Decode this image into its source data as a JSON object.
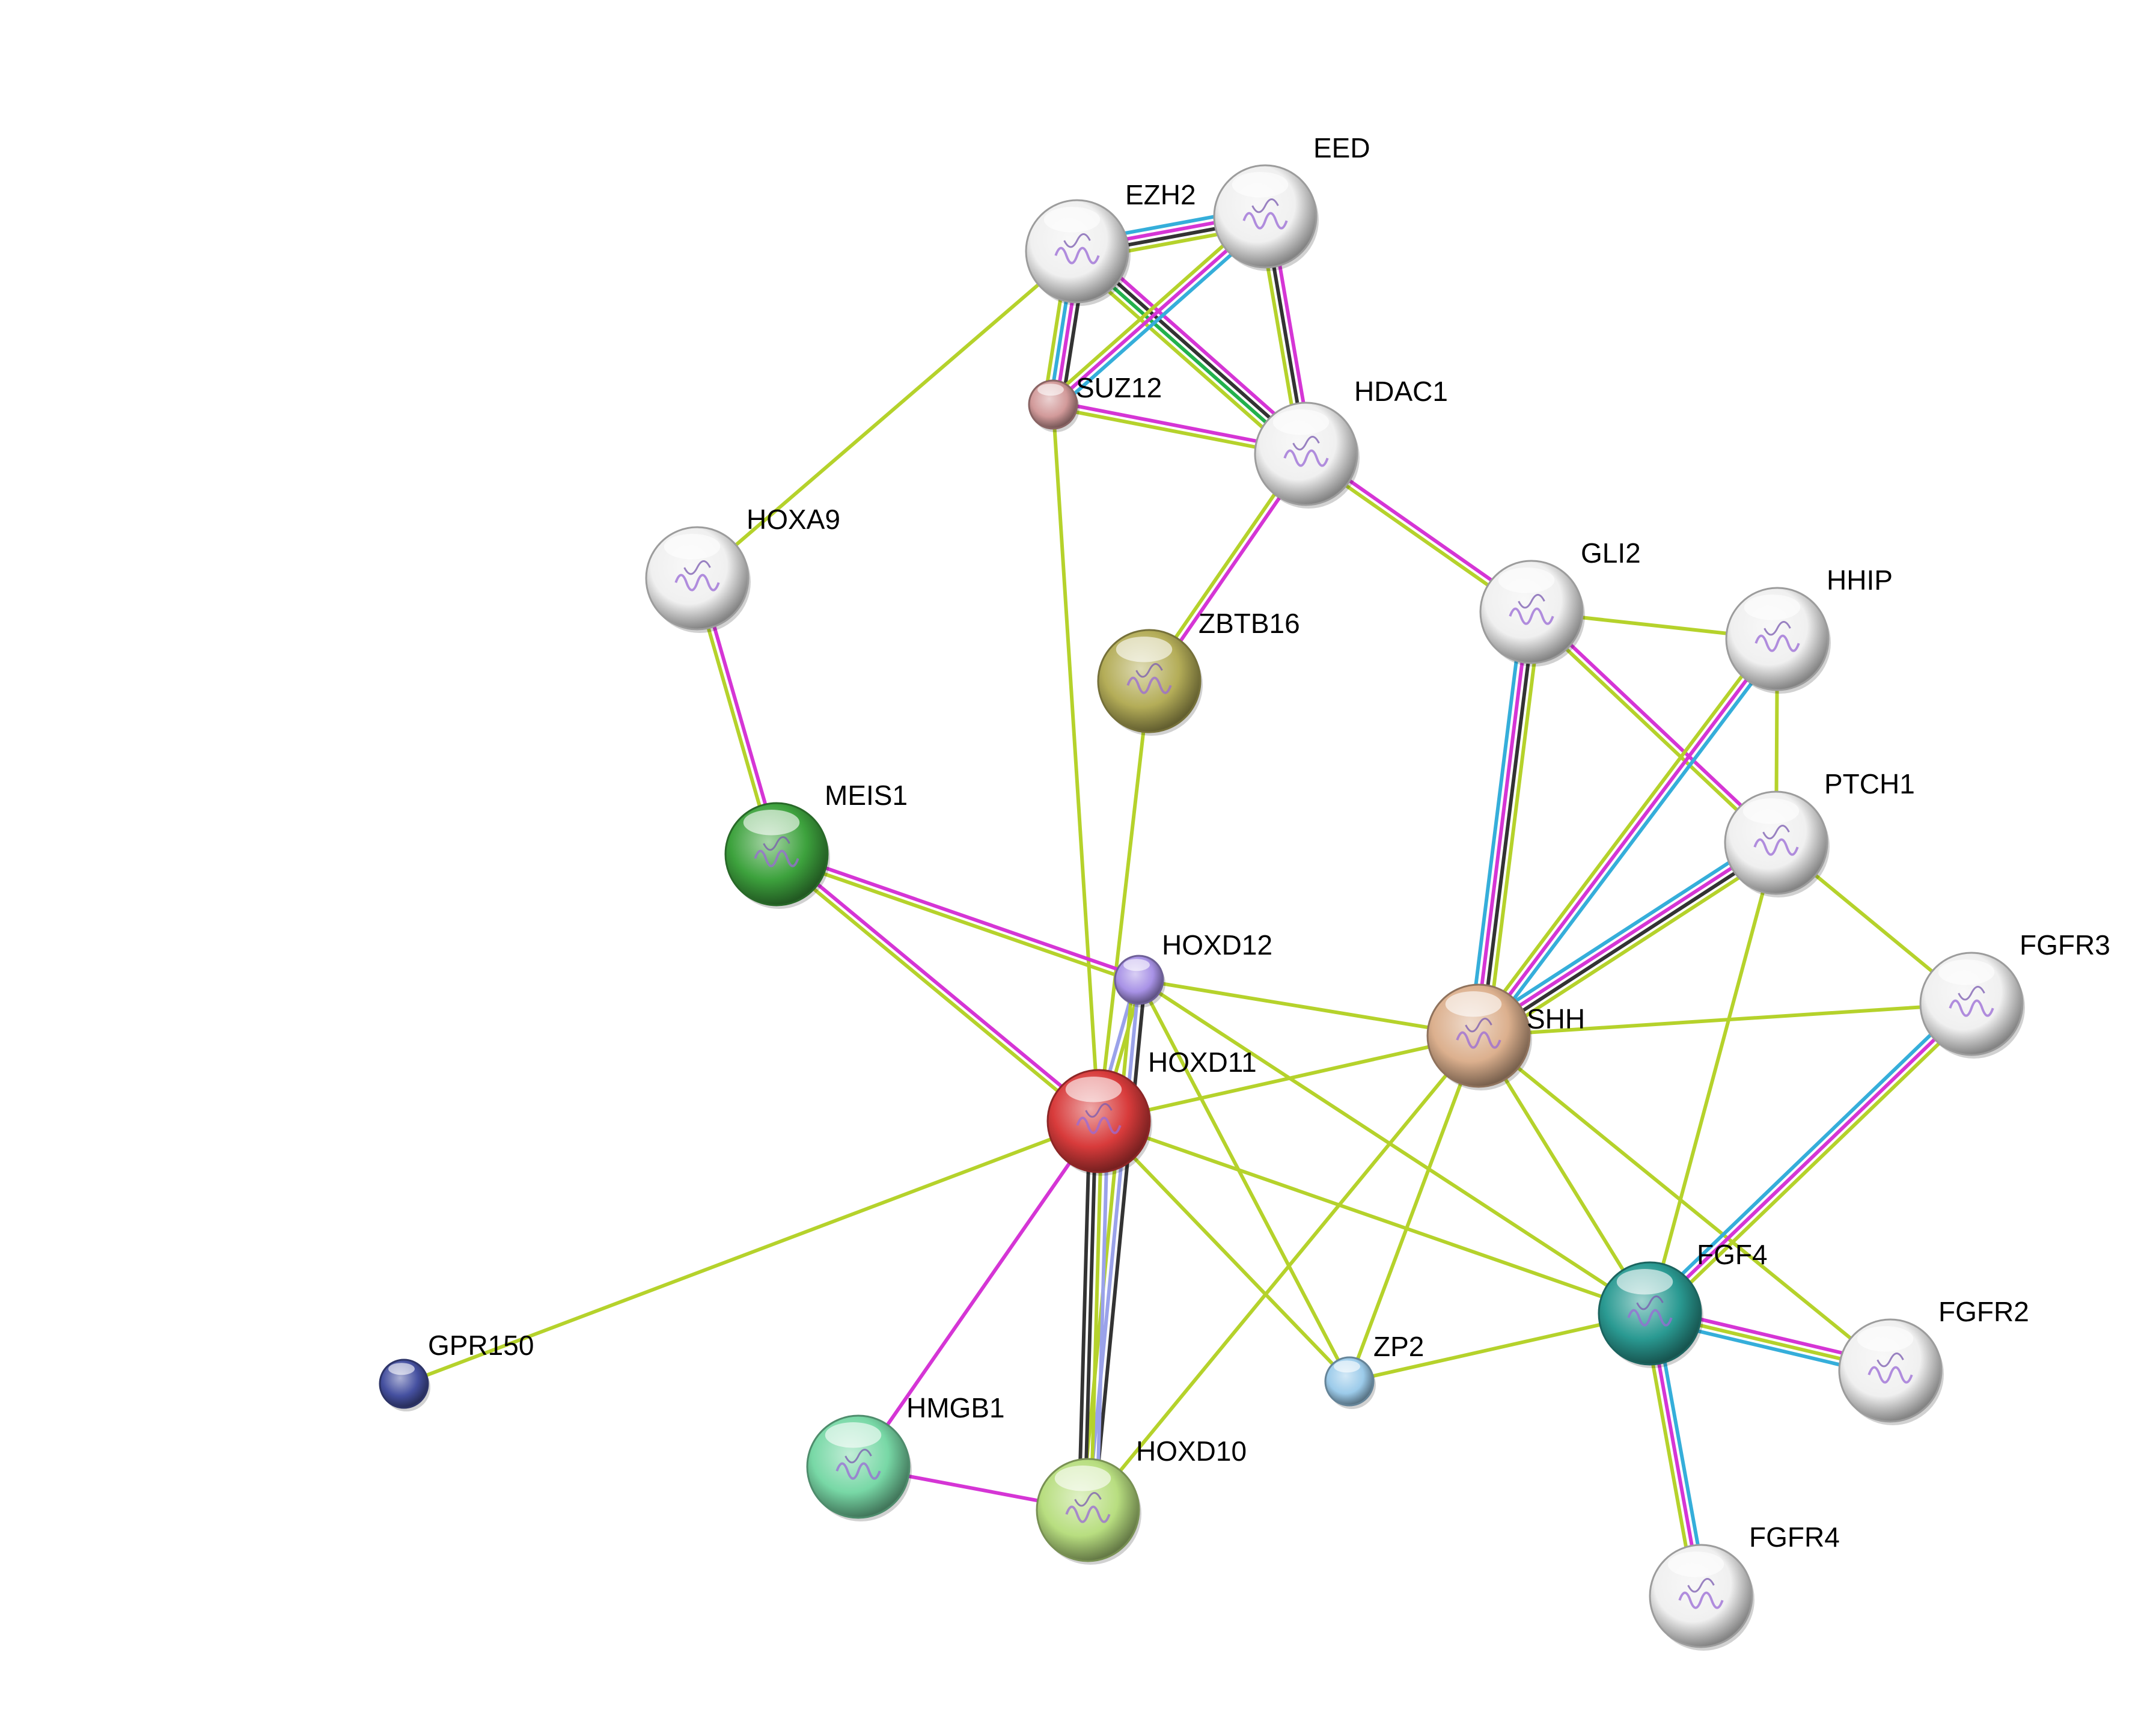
{
  "edge_colors": {
    "yellowgreen": "#b5d22b",
    "magenta": "#d535d5",
    "cyan": "#35aeda",
    "black": "#333333",
    "green": "#22b14c",
    "lavender": "#9aa2ea"
  },
  "nodes": [
    {
      "id": "EZH2",
      "label": "EZH2",
      "color": "#f0f0f0",
      "size": "large",
      "has_structure": true
    },
    {
      "id": "EED",
      "label": "EED",
      "color": "#f0f0f0",
      "size": "large",
      "has_structure": true
    },
    {
      "id": "SUZ12",
      "label": "SUZ12",
      "color": "#d29a9a",
      "size": "small",
      "has_structure": false
    },
    {
      "id": "HDAC1",
      "label": "HDAC1",
      "color": "#f0f0f0",
      "size": "large",
      "has_structure": true
    },
    {
      "id": "HOXA9",
      "label": "HOXA9",
      "color": "#f0f0f0",
      "size": "large",
      "has_structure": true
    },
    {
      "id": "ZBTB16",
      "label": "ZBTB16",
      "color": "#b4ad58",
      "size": "large",
      "has_structure": true
    },
    {
      "id": "GLI2",
      "label": "GLI2",
      "color": "#f0f0f0",
      "size": "large",
      "has_structure": true
    },
    {
      "id": "HHIP",
      "label": "HHIP",
      "color": "#f0f0f0",
      "size": "large",
      "has_structure": true
    },
    {
      "id": "MEIS1",
      "label": "MEIS1",
      "color": "#3da23d",
      "size": "large",
      "has_structure": true
    },
    {
      "id": "PTCH1",
      "label": "PTCH1",
      "color": "#f0f0f0",
      "size": "large",
      "has_structure": true
    },
    {
      "id": "HOXD12",
      "label": "HOXD12",
      "color": "#a892e6",
      "size": "small",
      "has_structure": false
    },
    {
      "id": "SHH",
      "label": "SHH",
      "color": "#dcb08e",
      "size": "large",
      "has_structure": true
    },
    {
      "id": "FGFR3",
      "label": "FGFR3",
      "color": "#f0f0f0",
      "size": "large",
      "has_structure": true
    },
    {
      "id": "HOXD11",
      "label": "HOXD11",
      "color": "#d83b3b",
      "size": "large",
      "has_structure": true
    },
    {
      "id": "FGF4",
      "label": "FGF4",
      "color": "#2a9a92",
      "size": "large",
      "has_structure": true
    },
    {
      "id": "GPR150",
      "label": "GPR150",
      "color": "#4550a0",
      "size": "small",
      "has_structure": false
    },
    {
      "id": "ZP2",
      "label": "ZP2",
      "color": "#9ccbea",
      "size": "small",
      "has_structure": false
    },
    {
      "id": "FGFR2",
      "label": "FGFR2",
      "color": "#f0f0f0",
      "size": "large",
      "has_structure": true
    },
    {
      "id": "HMGB1",
      "label": "HMGB1",
      "color": "#78d8a6",
      "size": "large",
      "has_structure": true
    },
    {
      "id": "HOXD10",
      "label": "HOXD10",
      "color": "#b8de80",
      "size": "large",
      "has_structure": true
    },
    {
      "id": "FGFR4",
      "label": "FGFR4",
      "color": "#f0f0f0",
      "size": "large",
      "has_structure": true
    }
  ],
  "edges": [
    {
      "source": "EZH2",
      "target": "EED",
      "colors": [
        "cyan",
        "magenta",
        "black",
        "yellowgreen"
      ]
    },
    {
      "source": "EZH2",
      "target": "SUZ12",
      "colors": [
        "black",
        "magenta",
        "cyan",
        "yellowgreen"
      ]
    },
    {
      "source": "EZH2",
      "target": "HDAC1",
      "colors": [
        "magenta",
        "black",
        "green",
        "yellowgreen"
      ]
    },
    {
      "source": "EED",
      "target": "SUZ12",
      "colors": [
        "cyan",
        "magenta",
        "yellowgreen"
      ]
    },
    {
      "source": "EED",
      "target": "HDAC1",
      "colors": [
        "magenta",
        "black",
        "yellowgreen"
      ]
    },
    {
      "source": "SUZ12",
      "target": "HDAC1",
      "colors": [
        "magenta",
        "yellowgreen"
      ]
    },
    {
      "source": "EZH2",
      "target": "HOXA9",
      "colors": [
        "yellowgreen"
      ]
    },
    {
      "source": "SUZ12",
      "target": "HOXD11",
      "colors": [
        "yellowgreen"
      ]
    },
    {
      "source": "HDAC1",
      "target": "ZBTB16",
      "colors": [
        "magenta",
        "yellowgreen"
      ]
    },
    {
      "source": "HDAC1",
      "target": "GLI2",
      "colors": [
        "magenta",
        "yellowgreen"
      ]
    },
    {
      "source": "HOXA9",
      "target": "MEIS1",
      "colors": [
        "magenta",
        "yellowgreen"
      ]
    },
    {
      "source": "ZBTB16",
      "target": "HOXD11",
      "colors": [
        "yellowgreen"
      ]
    },
    {
      "source": "GLI2",
      "target": "HHIP",
      "colors": [
        "yellowgreen"
      ]
    },
    {
      "source": "GLI2",
      "target": "PTCH1",
      "colors": [
        "magenta",
        "yellowgreen"
      ]
    },
    {
      "source": "GLI2",
      "target": "SHH",
      "colors": [
        "yellowgreen",
        "black",
        "magenta",
        "cyan"
      ]
    },
    {
      "source": "HHIP",
      "target": "PTCH1",
      "colors": [
        "yellowgreen"
      ]
    },
    {
      "source": "HHIP",
      "target": "SHH",
      "colors": [
        "cyan",
        "magenta",
        "yellowgreen"
      ]
    },
    {
      "source": "PTCH1",
      "target": "SHH",
      "colors": [
        "yellowgreen",
        "black",
        "magenta",
        "cyan"
      ]
    },
    {
      "source": "PTCH1",
      "target": "FGFR3",
      "colors": [
        "yellowgreen"
      ]
    },
    {
      "source": "PTCH1",
      "target": "FGF4",
      "colors": [
        "yellowgreen"
      ]
    },
    {
      "source": "MEIS1",
      "target": "HOXD12",
      "colors": [
        "magenta",
        "yellowgreen"
      ]
    },
    {
      "source": "MEIS1",
      "target": "HOXD11",
      "colors": [
        "magenta",
        "yellowgreen"
      ]
    },
    {
      "source": "HOXD12",
      "target": "SHH",
      "colors": [
        "yellowgreen"
      ]
    },
    {
      "source": "HOXD12",
      "target": "FGF4",
      "colors": [
        "yellowgreen"
      ]
    },
    {
      "source": "HOXD12",
      "target": "ZP2",
      "colors": [
        "yellowgreen"
      ]
    },
    {
      "source": "HOXD12",
      "target": "HOXD11",
      "colors": [
        "yellowgreen",
        "lavender"
      ]
    },
    {
      "source": "HOXD12",
      "target": "HOXD10",
      "colors": [
        "black",
        "lavender",
        "yellowgreen"
      ]
    },
    {
      "source": "SHH",
      "target": "FGFR3",
      "colors": [
        "yellowgreen"
      ]
    },
    {
      "source": "SHH",
      "target": "HOXD11",
      "colors": [
        "yellowgreen"
      ]
    },
    {
      "source": "SHH",
      "target": "FGF4",
      "colors": [
        "yellowgreen"
      ]
    },
    {
      "source": "SHH",
      "target": "FGFR2",
      "colors": [
        "yellowgreen"
      ]
    },
    {
      "source": "SHH",
      "target": "ZP2",
      "colors": [
        "yellowgreen"
      ]
    },
    {
      "source": "SHH",
      "target": "HOXD10",
      "colors": [
        "yellowgreen"
      ]
    },
    {
      "source": "FGFR3",
      "target": "FGF4",
      "colors": [
        "yellowgreen",
        "magenta",
        "cyan"
      ]
    },
    {
      "source": "HOXD11",
      "target": "FGF4",
      "colors": [
        "yellowgreen"
      ]
    },
    {
      "source": "HOXD11",
      "target": "ZP2",
      "colors": [
        "yellowgreen"
      ]
    },
    {
      "source": "HOXD11",
      "target": "GPR150",
      "colors": [
        "yellowgreen"
      ]
    },
    {
      "source": "HOXD11",
      "target": "HMGB1",
      "colors": [
        "magenta"
      ]
    },
    {
      "source": "HOXD11",
      "target": "HOXD10",
      "colors": [
        "lavender",
        "yellowgreen",
        "black",
        "black"
      ]
    },
    {
      "source": "FGF4",
      "target": "ZP2",
      "colors": [
        "yellowgreen"
      ]
    },
    {
      "source": "FGF4",
      "target": "FGFR2",
      "colors": [
        "magenta",
        "yellowgreen",
        "cyan"
      ]
    },
    {
      "source": "FGF4",
      "target": "FGFR4",
      "colors": [
        "cyan",
        "magenta",
        "yellowgreen"
      ]
    },
    {
      "source": "HMGB1",
      "target": "HOXD10",
      "colors": [
        "magenta"
      ]
    }
  ]
}
